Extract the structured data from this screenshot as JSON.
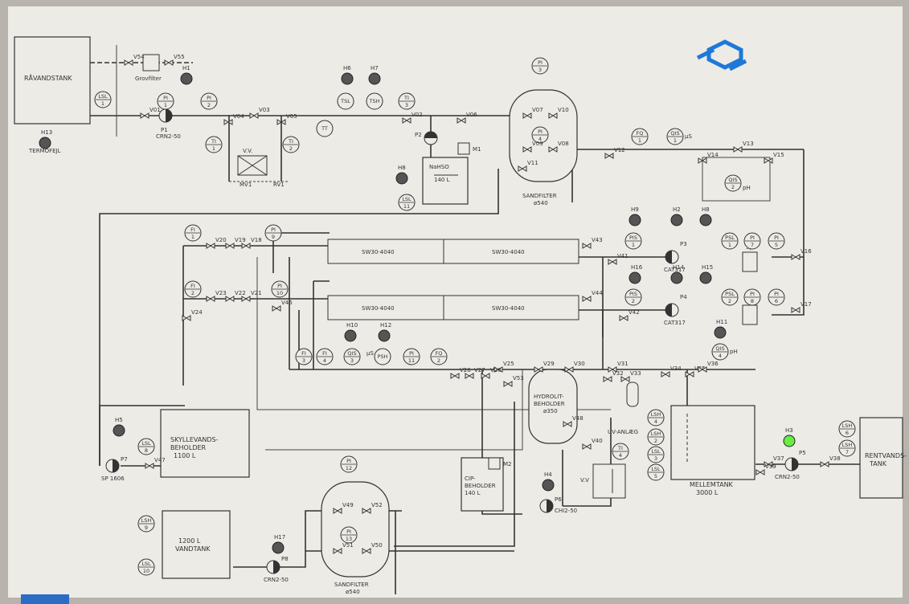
{
  "diagram": {
    "colors": {
      "line": "#333333",
      "lamp_off": "#555555",
      "lamp_on": "#66ee44",
      "logo": "#1f78d8",
      "panel": "#ecebe6"
    },
    "tanks": [
      {
        "key": "ravand",
        "name": "RÅVANDSTANK",
        "sub": ""
      },
      {
        "key": "skylle",
        "name": "SKYLLEVANDS-",
        "sub": "BEHOLDER",
        "sub2": "1100 L"
      },
      {
        "key": "vand1200",
        "name": "1200 L",
        "sub": "VANDTANK"
      },
      {
        "key": "rent",
        "name": "RENTVANDS-",
        "sub": "TANK"
      },
      {
        "key": "mellem",
        "name": "MELLEMTANK",
        "sub": "3000 L"
      },
      {
        "key": "naohso",
        "name": "NaHSO",
        "sub": "140 L"
      },
      {
        "key": "cip",
        "name": "CIP-",
        "sub": "BEHOLDER",
        "sub2": "140 L"
      },
      {
        "key": "hydrolit",
        "name": "HYDROLIT-",
        "sub": "BEHOLDER",
        "sub2": "ø350"
      }
    ],
    "filters": [
      {
        "key": "sf1",
        "name": "SANDFILTER",
        "sub": "ø540"
      },
      {
        "key": "sf2",
        "name": "SANDFILTER",
        "sub": "ø540"
      }
    ],
    "membranes": [
      "SW30-4040",
      "SW30-4040",
      "SW30-4040",
      "SW30-4040"
    ],
    "grovfilter": "Grovfilter",
    "termofejl": "TERMOFEJL",
    "uv": "UV-ANLÆG",
    "vv1": "V.V.",
    "vv2": "V.V",
    "mv1": "MV1",
    "rv1": "RV1",
    "um": "5µ",
    "us": "µS",
    "ph": "pH",
    "pumps": [
      {
        "name": "P1",
        "model": "CRN2-50"
      },
      {
        "name": "P2",
        "model": ""
      },
      {
        "name": "P3",
        "model": "CAT317"
      },
      {
        "name": "P4",
        "model": "CAT317"
      },
      {
        "name": "P5",
        "model": "CRN2-50"
      },
      {
        "name": "P6",
        "model": "CHI2-50"
      },
      {
        "name": "P7",
        "model": "SP 1606"
      },
      {
        "name": "P8",
        "model": "CRN2-50"
      }
    ],
    "motors": [
      "M1",
      "M2"
    ],
    "lamps": [
      "H1",
      "H2",
      "H3",
      "H4",
      "H5",
      "H6",
      "H7",
      "H8",
      "H9",
      "H10",
      "H11",
      "H12",
      "H13",
      "H14",
      "H15",
      "H16",
      "H17",
      "H8"
    ],
    "valves": [
      "V01",
      "V02",
      "V03",
      "V04",
      "V05",
      "V06",
      "V07",
      "V08",
      "V09",
      "V10",
      "V11",
      "V12",
      "V13",
      "V14",
      "V15",
      "V16",
      "V17",
      "V18",
      "V19",
      "V20",
      "V21",
      "V22",
      "V23",
      "V24",
      "V25",
      "V26",
      "V27",
      "V28",
      "V29",
      "V30",
      "V31",
      "V32",
      "V33",
      "V34",
      "V35",
      "V36",
      "V37",
      "V38",
      "V39",
      "V40",
      "V41",
      "V42",
      "V43",
      "V44",
      "V46",
      "V47",
      "V48",
      "V49",
      "V50",
      "V51",
      "V52",
      "V53",
      "V54",
      "V55"
    ],
    "instruments": [
      {
        "t": "PI",
        "n": "1"
      },
      {
        "t": "PI",
        "n": "2"
      },
      {
        "t": "TI",
        "n": "1"
      },
      {
        "t": "TI",
        "n": "2"
      },
      {
        "t": "TT",
        "n": ""
      },
      {
        "t": "TSL",
        "n": ""
      },
      {
        "t": "TSH",
        "n": ""
      },
      {
        "t": "TI",
        "n": "3"
      },
      {
        "t": "PI",
        "n": "3"
      },
      {
        "t": "PI",
        "n": "4"
      },
      {
        "t": "FQ",
        "n": "1"
      },
      {
        "t": "QIS",
        "n": "1"
      },
      {
        "t": "QIS",
        "n": "2"
      },
      {
        "t": "LSL",
        "n": "1"
      },
      {
        "t": "LSL",
        "n": "11"
      },
      {
        "t": "FI",
        "n": "1"
      },
      {
        "t": "PI",
        "n": "9"
      },
      {
        "t": "FI",
        "n": "2"
      },
      {
        "t": "PI",
        "n": "10"
      },
      {
        "t": "PIS",
        "n": "1"
      },
      {
        "t": "PSL",
        "n": "1"
      },
      {
        "t": "PI",
        "n": "7"
      },
      {
        "t": "PI",
        "n": "5"
      },
      {
        "t": "PIS",
        "n": "2"
      },
      {
        "t": "PSL",
        "n": "2"
      },
      {
        "t": "PI",
        "n": "8"
      },
      {
        "t": "PI",
        "n": "6"
      },
      {
        "t": "FI",
        "n": "3"
      },
      {
        "t": "FI",
        "n": "4"
      },
      {
        "t": "QIS",
        "n": "3"
      },
      {
        "t": "PSH",
        "n": ""
      },
      {
        "t": "PI",
        "n": "11"
      },
      {
        "t": "FQ",
        "n": "2"
      },
      {
        "t": "QIS",
        "n": "4"
      },
      {
        "t": "LSH",
        "n": "4"
      },
      {
        "t": "LSH",
        "n": "2"
      },
      {
        "t": "LSL",
        "n": "3"
      },
      {
        "t": "LSL",
        "n": "5"
      },
      {
        "t": "LSH",
        "n": "6"
      },
      {
        "t": "LSH",
        "n": "7"
      },
      {
        "t": "TI",
        "n": "4"
      },
      {
        "t": "PI",
        "n": "12"
      },
      {
        "t": "PI",
        "n": "13"
      },
      {
        "t": "LSL",
        "n": "8"
      },
      {
        "t": "LSH",
        "n": "9"
      },
      {
        "t": "LSL",
        "n": "10"
      }
    ]
  }
}
